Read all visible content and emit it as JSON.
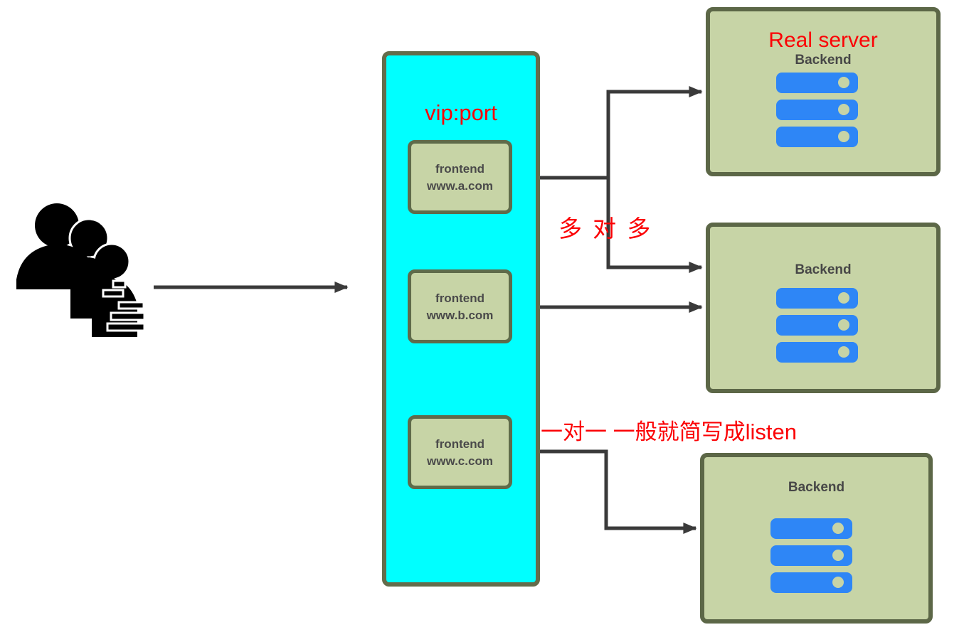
{
  "diagram": {
    "client": {
      "icon": "users-group-icon"
    },
    "load_balancer": {
      "title": "vip:port",
      "frontends": [
        {
          "role": "frontend",
          "host": "www.a.com"
        },
        {
          "role": "frontend",
          "host": "www.b.com"
        },
        {
          "role": "frontend",
          "host": "www.c.com"
        }
      ]
    },
    "backends": [
      {
        "annotation": "Real server",
        "label": "Backend",
        "server_count": 3
      },
      {
        "label": "Backend",
        "server_count": 3
      },
      {
        "label": "Backend",
        "server_count": 3
      }
    ],
    "annotations": {
      "many_to_many": "多 对 多",
      "one_to_one_listen": "一对一 一般就简写成listen"
    },
    "colors": {
      "panel_fill": "#00ffff",
      "box_fill": "#c7d4a6",
      "box_border": "#5f6b4a",
      "server_bar_blue": "#2e86f6",
      "arrow_dark": "#3a3a3a",
      "annotation_red": "#fb0205",
      "label_text": "#4a4a4a"
    }
  }
}
